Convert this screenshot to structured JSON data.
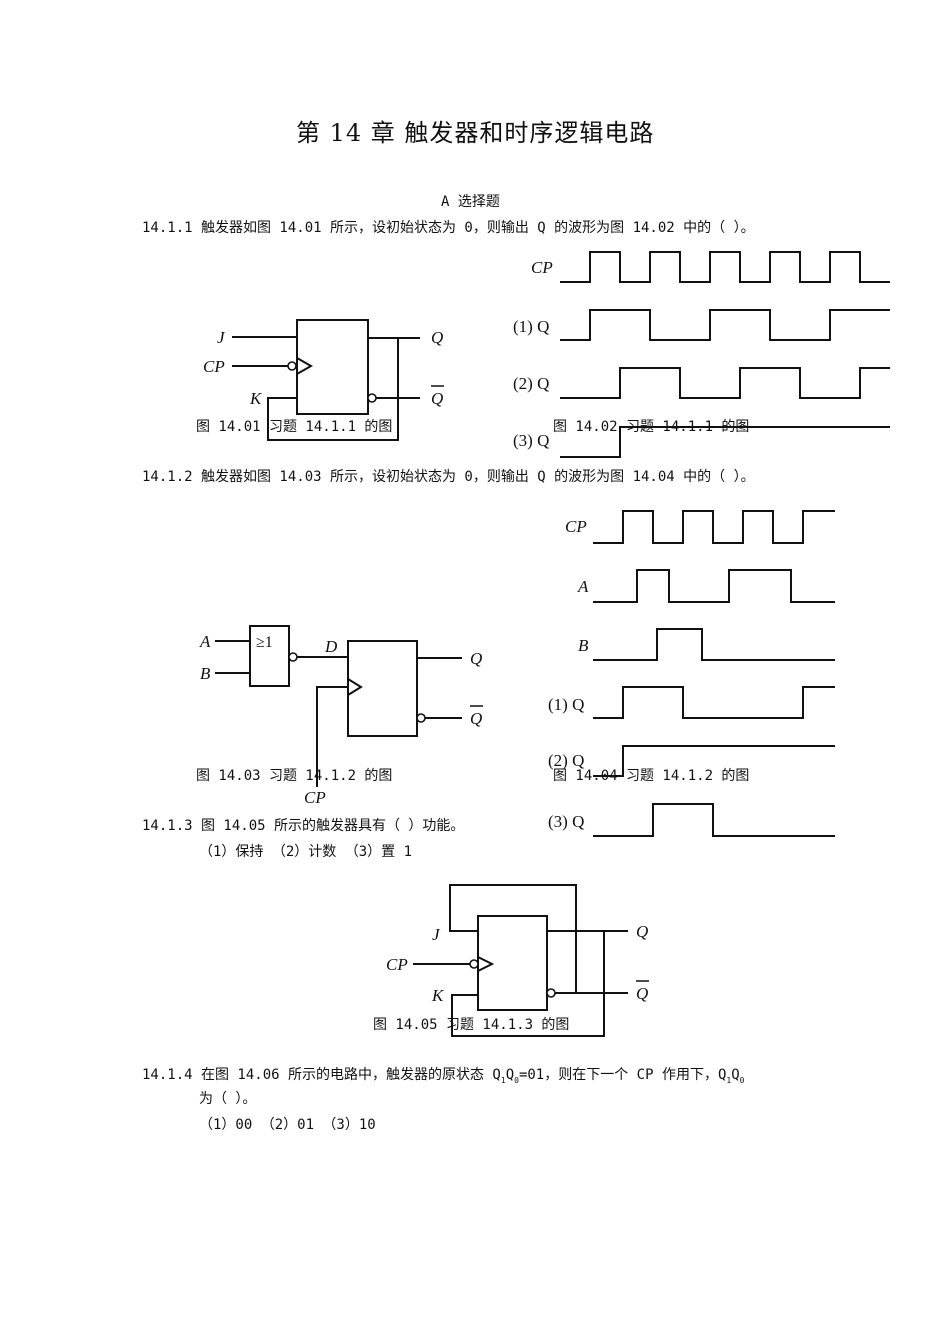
{
  "chapter_title": "第 14 章  触发器和时序逻辑电路",
  "section": "A 选择题",
  "q1": {
    "text": "14.1.1 触发器如图 14.01 所示，设初始状态为 0，则输出 Q 的波形为图 14.02 中的（    ）。",
    "fig1_caption": "图 14.01   习题 14.1.1 的图",
    "fig2_caption": "图 14.02   习题 14.1.1 的图",
    "circuit": {
      "J": "J",
      "CP": "CP",
      "K": "K",
      "Q": "Q",
      "Qbar": "Q"
    },
    "waves": [
      "CP",
      "(1) Q",
      "(2) Q",
      "(3) Q"
    ]
  },
  "q2": {
    "text": "14.1.2 触发器如图 14.03 所示，设初始状态为 0，则输出 Q 的波形为图 14.04 中的（    ）。",
    "fig1_caption": "图 14.03   习题 14.1.2 的图",
    "fig2_caption": "图 14.04   习题 14.1.2 的图",
    "circuit": {
      "A": "A",
      "B": "B",
      "gate": "≥1",
      "D": "D",
      "CP": "CP",
      "Q": "Q",
      "Qbar": "Q"
    },
    "waves": [
      "CP",
      "A",
      "B",
      "(1) Q",
      "(2) Q",
      "(3) Q"
    ]
  },
  "q3": {
    "text": "14.1.3 图 14.05 所示的触发器具有（    ）功能。",
    "options": "（1）保持        （2）计数        （3）置 1",
    "caption": "图 14.05   习题 14.1.3 的图",
    "circuit": {
      "J": "J",
      "CP": "CP",
      "K": "K",
      "Q": "Q",
      "Qbar": "Q"
    }
  },
  "q4": {
    "text_a": "14.1.4 在图 14.06 所示的电路中，触发器的原状态 Q",
    "sub1": "1",
    "mid_q": "Q",
    "sub0": "0",
    "text_b": "=01，则在下一个 CP 作用下，Q",
    "sub1b": "1",
    "mid_qb": "Q",
    "sub0b": "0",
    "line2": "为（    ）。",
    "options": "（1）00        （2）01        （3）10"
  }
}
